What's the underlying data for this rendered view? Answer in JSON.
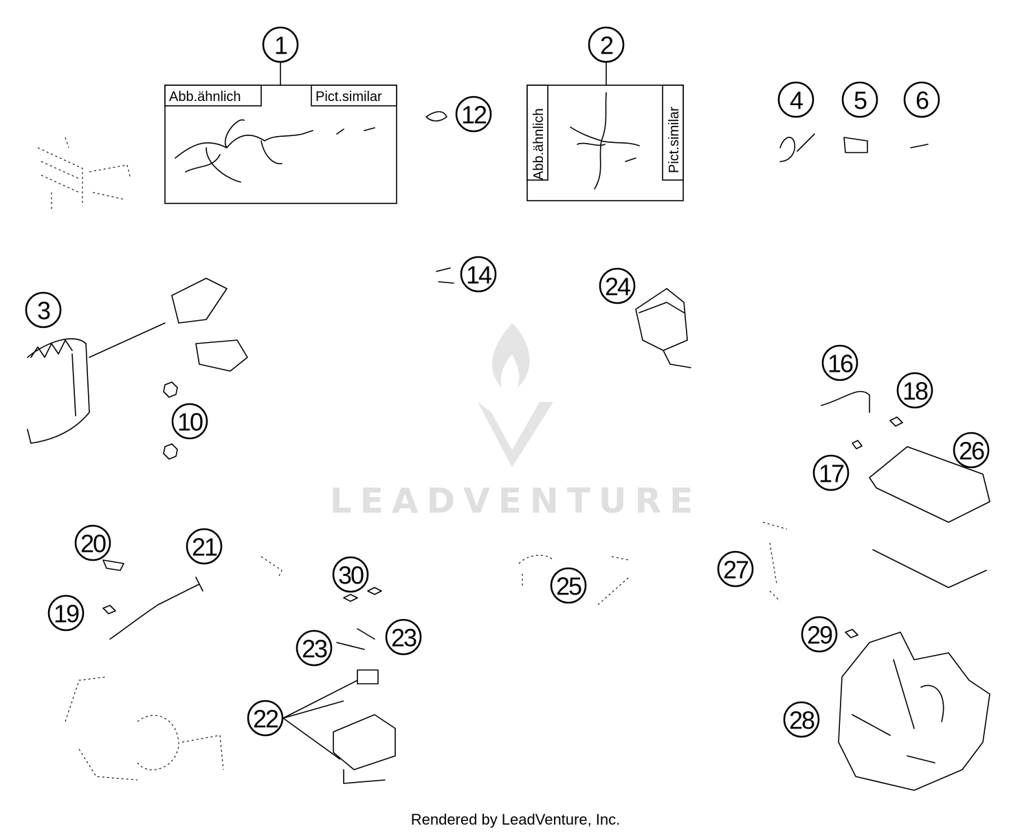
{
  "frames": [
    {
      "left_label": "Abb.ähnlich",
      "right_label": "Pict.similar"
    },
    {
      "left_label": "Abb.ähnlich",
      "right_label": "Pict.similar"
    }
  ],
  "callouts": [
    "1",
    "2",
    "3",
    "4",
    "5",
    "6",
    "10",
    "12",
    "14",
    "16",
    "17",
    "18",
    "19",
    "20",
    "21",
    "22",
    "23",
    "23",
    "24",
    "25",
    "26",
    "27",
    "28",
    "29",
    "30"
  ],
  "watermark": "LEADVENTURE",
  "footer": "Rendered by LeadVenture, Inc."
}
